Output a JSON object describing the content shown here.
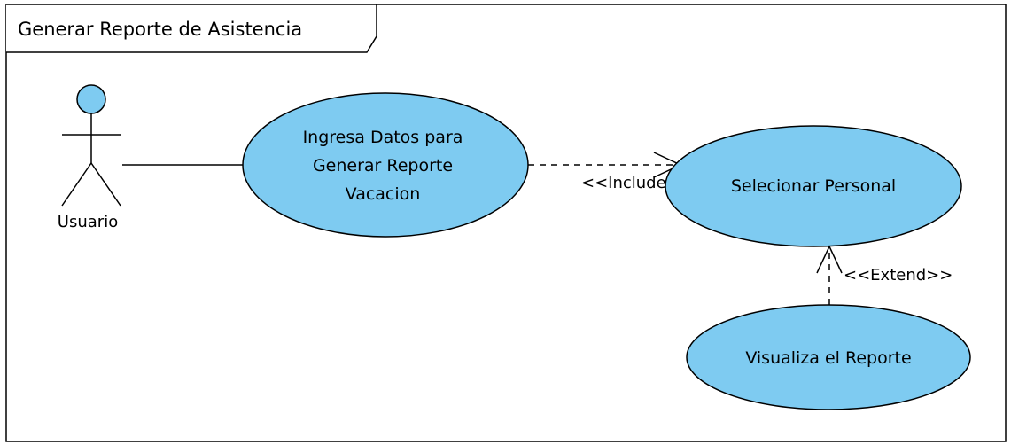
{
  "diagram": {
    "frame_title": "Generar Reporte de Asistencia",
    "actor": {
      "label": "Usuario"
    },
    "use_cases": {
      "ingresa": {
        "lines": [
          "Ingresa Datos para",
          "Generar Reporte",
          "Vacacion"
        ]
      },
      "selecionar": {
        "label": "Selecionar Personal"
      },
      "visualiza": {
        "label": "Visualiza el Reporte"
      }
    },
    "relations": {
      "include": "<<Include>>",
      "extend": "<<Extend>>"
    },
    "colors": {
      "use_case_fill": "#7ecbf1",
      "actor_head_fill": "#7ecbf1",
      "stroke": "#000000",
      "background": "#ffffff"
    }
  }
}
